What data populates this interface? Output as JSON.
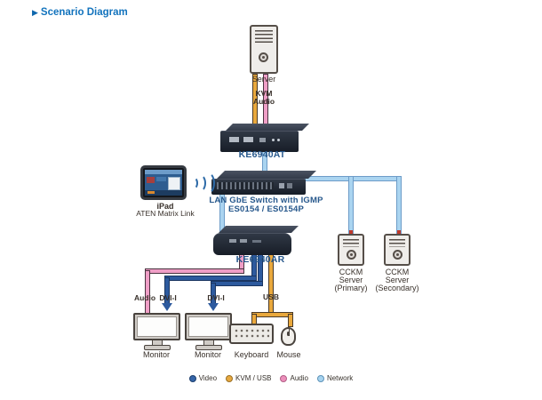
{
  "title": {
    "text": "Scenario Diagram"
  },
  "nodes": {
    "server": {
      "label": "Server"
    },
    "transmitter": {
      "label": "KE6940AT"
    },
    "switch": {
      "name": "LAN GbE Switch with IGMP",
      "models": "ES0154 / ES0154P"
    },
    "ipad": {
      "device": "iPad",
      "app": "ATEN Matrix Link"
    },
    "receiver": {
      "label": "KE6940AR"
    },
    "cckm_primary": {
      "line1": "CCKM",
      "line2": "Server",
      "line3": "(Primary)"
    },
    "cckm_secondary": {
      "line1": "CCKM",
      "line2": "Server",
      "line3": "(Secondary)"
    },
    "monitor1": {
      "label": "Monitor"
    },
    "monitor2": {
      "label": "Monitor"
    },
    "keyboard": {
      "label": "Keyboard"
    },
    "mouse": {
      "label": "Mouse"
    }
  },
  "cable_labels": {
    "kvm": "KVM",
    "audio": "Audio",
    "audio2": "Audio",
    "dvi1": "DVI-I",
    "dvi2": "DVI-I",
    "usb": "USB"
  },
  "legend": [
    {
      "label": "Video",
      "color": "#3565a8"
    },
    {
      "label": "KVM / USB",
      "color": "#e7a93f"
    },
    {
      "label": "Audio",
      "color": "#ec8fbb"
    },
    {
      "label": "Network",
      "color": "#a6d3ef"
    }
  ],
  "colors": {
    "video": "#2d5a9e",
    "kvm_usb": "#e9a83c",
    "audio": "#ef9ec6",
    "network": "#aad4f0",
    "device_label": "#27588c",
    "title": "#1273bd"
  }
}
